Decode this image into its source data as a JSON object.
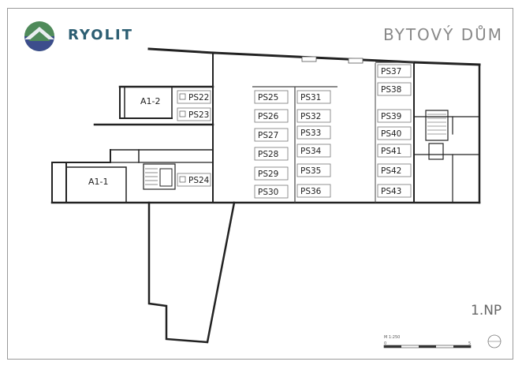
{
  "header": {
    "brand_name": "RYOLIT",
    "project_title": "BYTOVÝ DŮM",
    "logo_colors": {
      "top": "#4f8a5a",
      "bottom": "#3c4d8c",
      "middle": "#e9eef0"
    }
  },
  "plan": {
    "floor_label": "1.NP",
    "scale_label": "M 1:250",
    "scale_min": "0",
    "scale_max": "5",
    "rooms": [
      "A1-2",
      "A1-1"
    ],
    "parking_spaces": [
      "PS22",
      "PS23",
      "PS24",
      "PS25",
      "PS26",
      "PS27",
      "PS28",
      "PS29",
      "PS30",
      "PS31",
      "PS32",
      "PS33",
      "PS34",
      "PS35",
      "PS36",
      "PS37",
      "PS38",
      "PS39",
      "PS40",
      "PS41",
      "PS42",
      "PS43"
    ]
  },
  "colors": {
    "wall": "#222222",
    "thin_line": "#555555",
    "frame": "#9a9a9a"
  }
}
